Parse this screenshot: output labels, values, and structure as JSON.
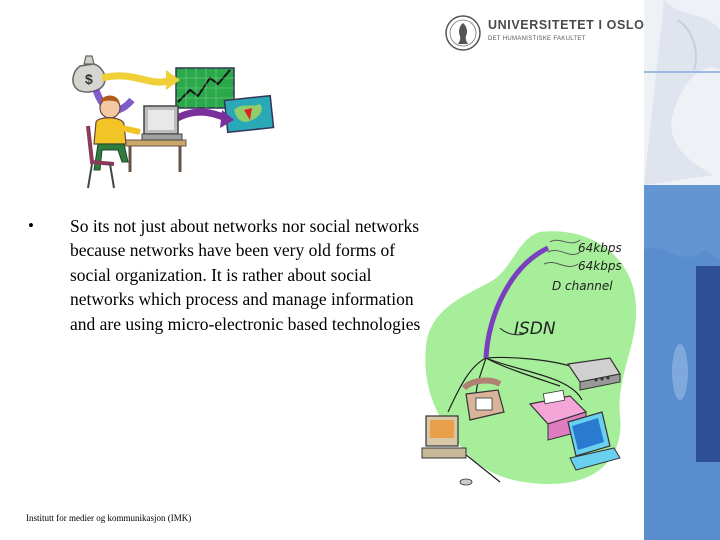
{
  "header": {
    "university_name": "UNIVERSITETET I OSLO",
    "faculty_name": "DET HUMANISTISKE FAKULTET"
  },
  "body": {
    "bullet_symbol": "•",
    "text": "So its not just about networks nor social networks because networks have been very old forms of social organization. It is rather about social networks which process and manage information and are using micro-electronic based technologies"
  },
  "isdn_diagram": {
    "label_b1": "64kbps",
    "label_b2": "64kbps",
    "label_d": "D channel",
    "label_isdn": "ISDN"
  },
  "footer": {
    "text": "Institutt for medier og kommunikasjon (IMK)"
  },
  "colors": {
    "accent_blue": "#5b8fcf",
    "dark_blue": "#2c4f96",
    "green_blob": "#a6ee9a",
    "purple_cable": "#7a3fc0"
  }
}
